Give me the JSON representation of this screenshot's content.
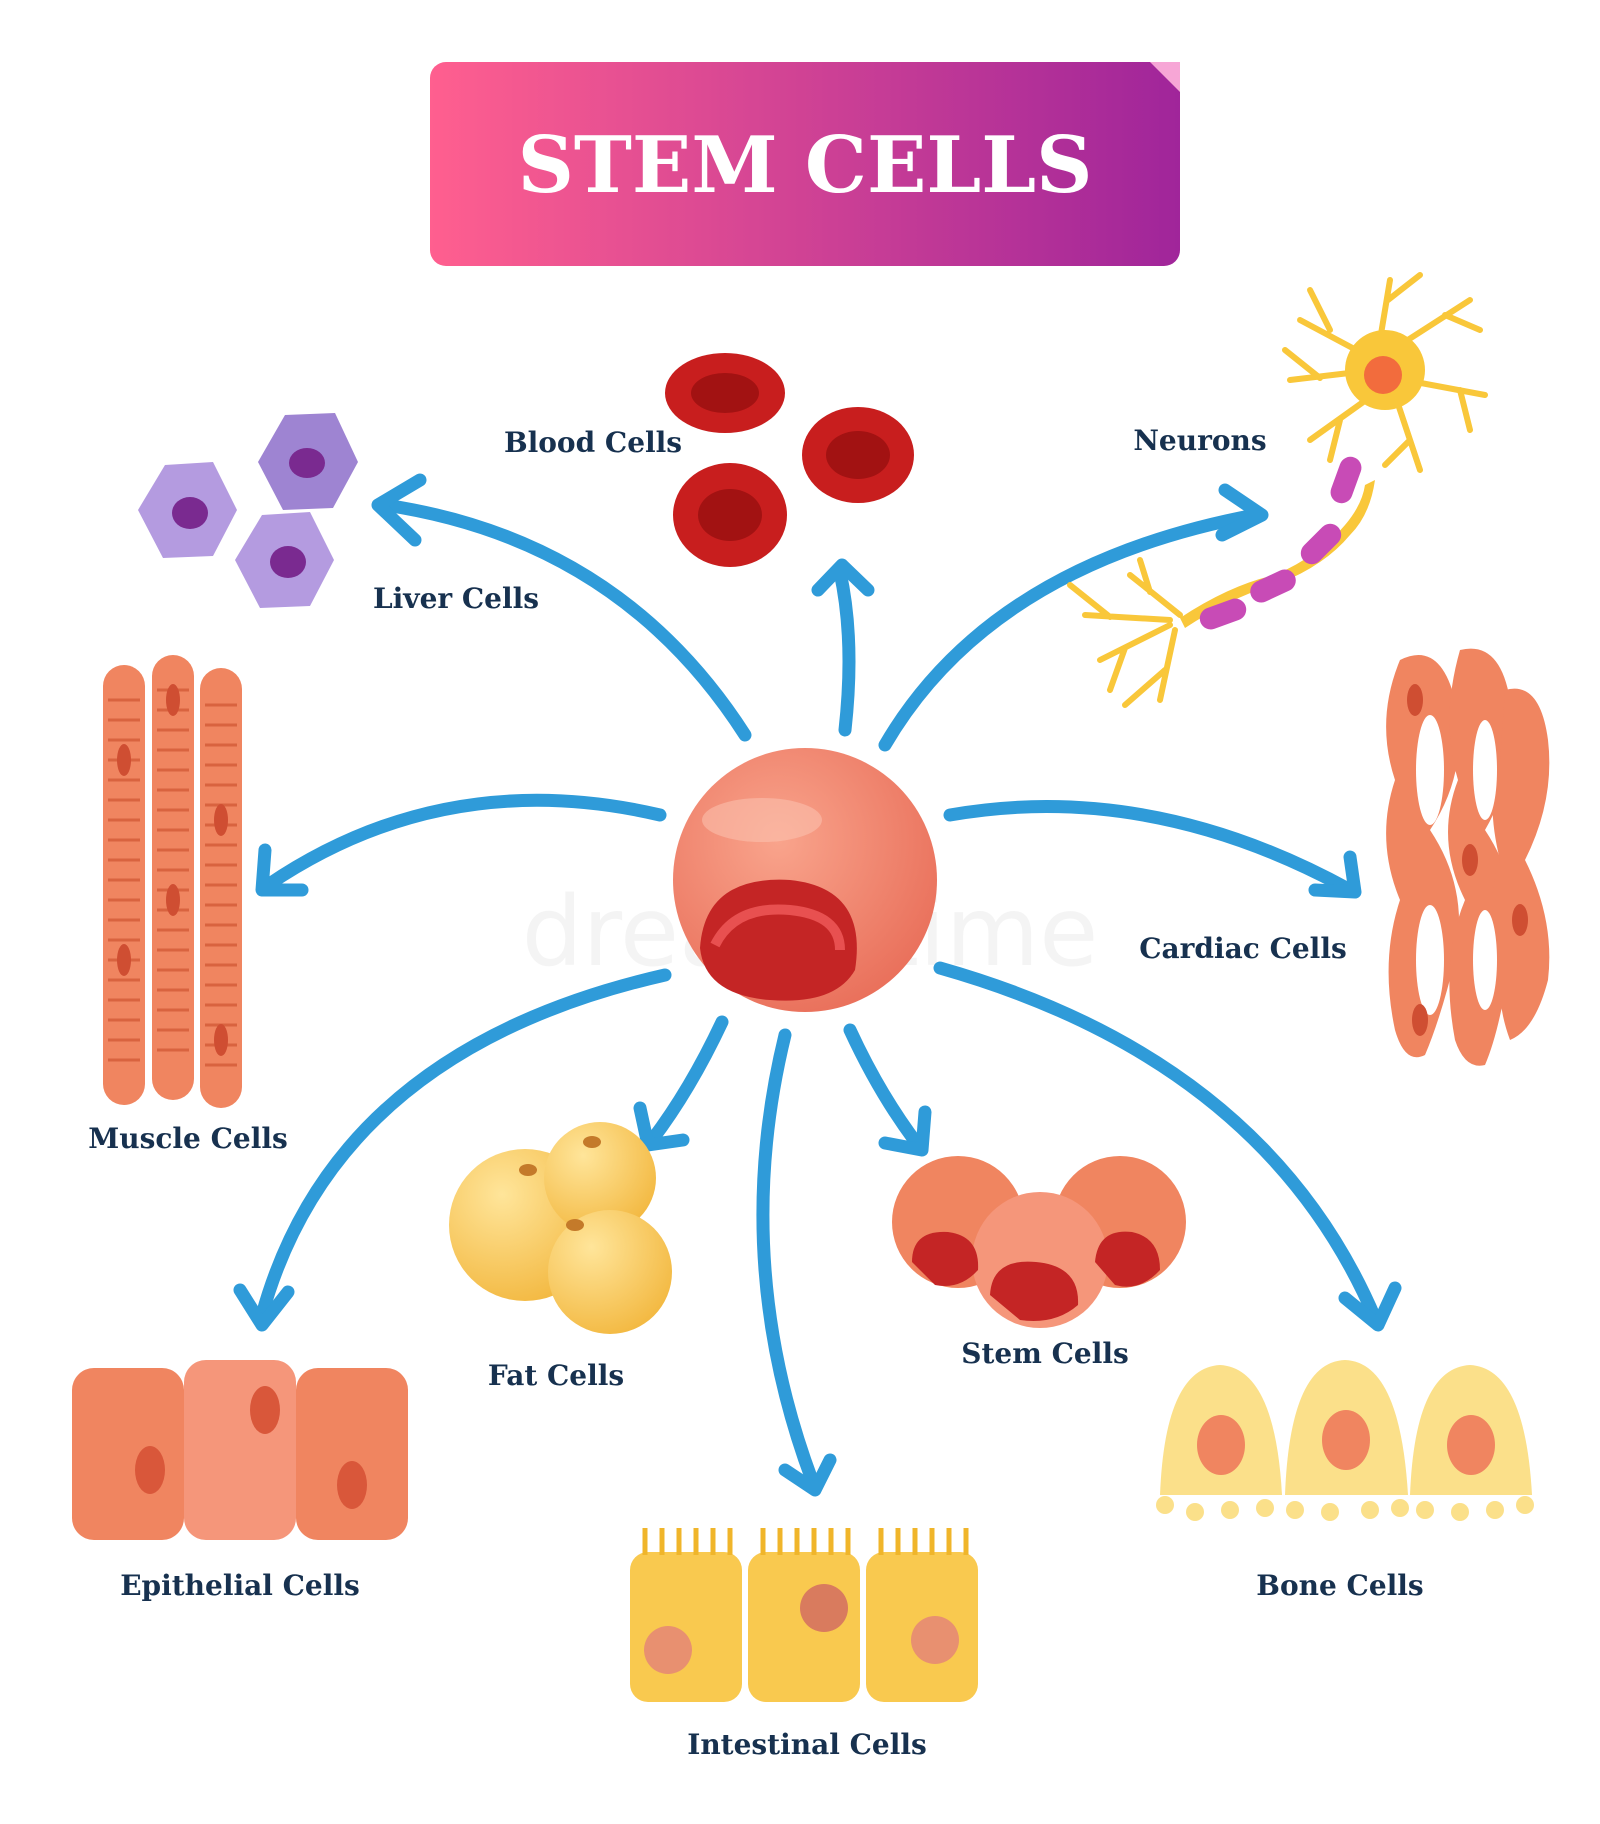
{
  "title": "STEM CELLS",
  "labels": {
    "blood": "Blood Cells",
    "neurons": "Neurons",
    "liver": "Liver Cells",
    "muscle": "Muscle Cells",
    "cardiac": "Cardiac Cells",
    "fat": "Fat Cells",
    "stem": "Stem Cells",
    "epithelial": "Epithelial Cells",
    "intestinal": "Intestinal Cells",
    "bone": "Bone Cells"
  },
  "watermark": "dreamstime",
  "colors": {
    "title_gradient_start": "#ff5f8f",
    "title_gradient_end": "#a0259a",
    "arrow": "#2f9bd9",
    "label_text": "#17314f"
  }
}
